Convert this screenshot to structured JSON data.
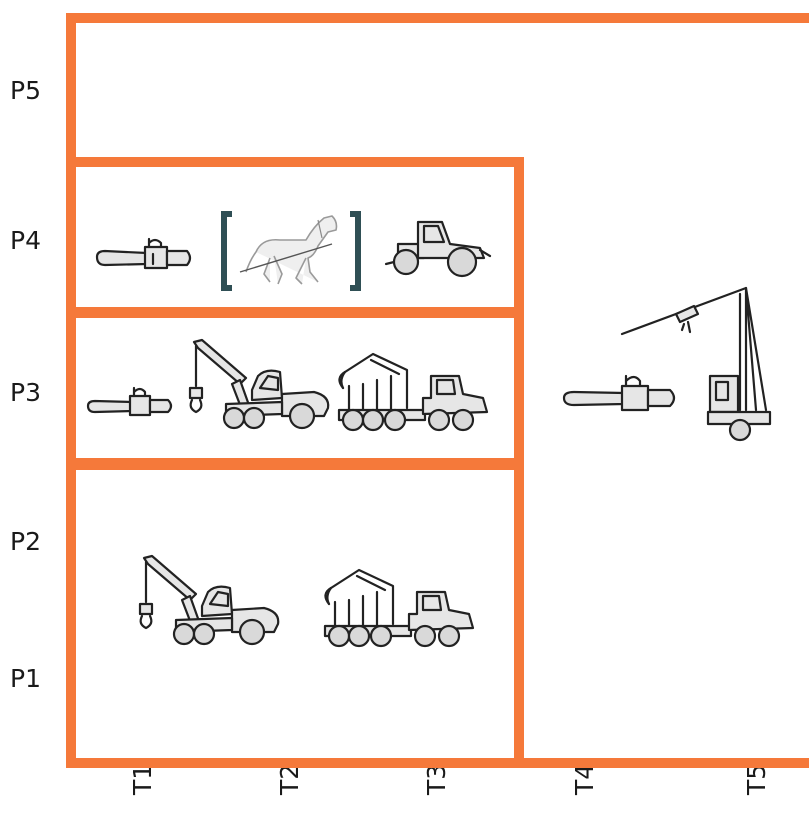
{
  "y_labels": [
    "P5",
    "P4",
    "P3",
    "P2",
    "P1"
  ],
  "x_labels": [
    "T1",
    "T2",
    "T3",
    "T4",
    "T5"
  ],
  "colors": {
    "frame": "#f5793a",
    "bracket": "#2f4f55",
    "line": "#222222",
    "fill": "#e6e6e6"
  },
  "icons": {
    "p4": [
      "chainsaw-icon",
      "horse-icon",
      "skidder-icon"
    ],
    "p3": [
      "chainsaw-icon",
      "harvester-icon",
      "forwarder-icon"
    ],
    "p1_p2": [
      "harvester-icon",
      "forwarder-icon"
    ],
    "t4_t5": [
      "chainsaw-icon",
      "cable-yarder-icon"
    ]
  }
}
